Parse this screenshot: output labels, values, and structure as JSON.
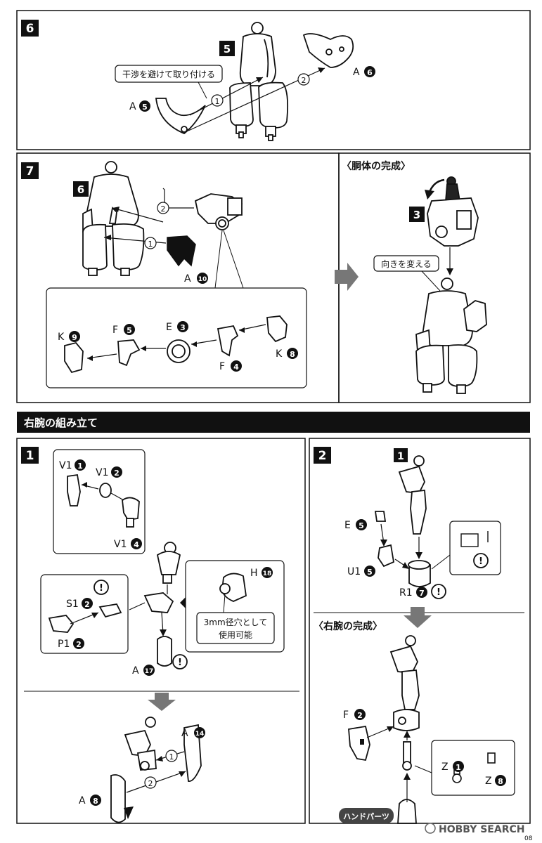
{
  "step6": {
    "num": "6",
    "body_num": "5",
    "note": "干渉を避けて取り付ける",
    "order1": "1",
    "order2": "2",
    "partA5": {
      "letter": "A",
      "num": "5"
    },
    "partA6": {
      "letter": "A",
      "num": "6"
    }
  },
  "step7": {
    "num": "7",
    "body_num": "6",
    "order1": "1",
    "order2": "2",
    "partA10": {
      "letter": "A",
      "num": "10"
    },
    "partK9": {
      "letter": "K",
      "num": "9"
    },
    "partF5": {
      "letter": "F",
      "num": "5"
    },
    "partE3": {
      "letter": "E",
      "num": "3"
    },
    "partF4": {
      "letter": "F",
      "num": "4"
    },
    "partK8": {
      "letter": "K",
      "num": "8"
    }
  },
  "torso_complete": {
    "title": "〈胴体の完成〉",
    "sub_num": "3",
    "note": "向きを変える"
  },
  "right_arm": {
    "header": "右腕の組み立て",
    "step1": {
      "num": "1",
      "partV1_1": {
        "letter": "V1",
        "num": "1"
      },
      "partV1_2": {
        "letter": "V1",
        "num": "2"
      },
      "partV1_4": {
        "letter": "V1",
        "num": "4"
      },
      "partS1_2": {
        "letter": "S1",
        "num": "2"
      },
      "partP1_2": {
        "letter": "P1",
        "num": "2"
      },
      "partH18": {
        "letter": "H",
        "num": "18"
      },
      "partA17": {
        "letter": "A",
        "num": "17"
      },
      "partA14": {
        "letter": "A",
        "num": "14"
      },
      "partA8": {
        "letter": "A",
        "num": "8"
      },
      "note": [
        "3mm径穴として",
        "使用可能"
      ],
      "order1": "1",
      "order2": "2"
    },
    "step2": {
      "num": "2",
      "sub_num": "1",
      "partE5": {
        "letter": "E",
        "num": "5"
      },
      "partU1_5": {
        "letter": "U1",
        "num": "5"
      },
      "partR1_7": {
        "letter": "R1",
        "num": "7"
      }
    },
    "complete": {
      "title": "〈右腕の完成〉",
      "partF2": {
        "letter": "F",
        "num": "2"
      },
      "partZ1": {
        "letter": "Z",
        "num": "1"
      },
      "partZ8": {
        "letter": "Z",
        "num": "8"
      },
      "hand_label": "ハンドパーツ"
    }
  },
  "footer": {
    "watermark": "HOBBY SEARCH",
    "page": "08"
  },
  "caution_mark": "!"
}
